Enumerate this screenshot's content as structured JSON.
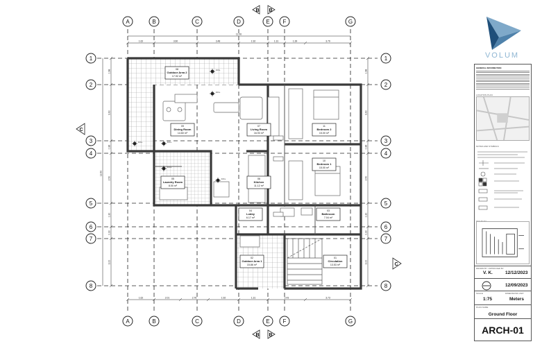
{
  "grid_columns": [
    "A",
    "B",
    "C",
    "D",
    "E",
    "F",
    "G"
  ],
  "grid_rows": [
    "1",
    "2",
    "3",
    "4",
    "5",
    "6",
    "7",
    "8"
  ],
  "section_marks": {
    "vertical": "B",
    "horizontal": "C"
  },
  "dimensions": {
    "top_overall": "11.00",
    "top_segments": [
      "1.62",
      "3.60",
      "3.48",
      "1.92",
      "1.31",
      "1.39",
      "3.79"
    ],
    "bottom_segments": [
      "1.62",
      "2.01",
      "2.76",
      "1.92",
      "1.31",
      "2.43",
      "3.73"
    ],
    "left_segments": [
      "1.98",
      "3.60",
      "0.36",
      "2.50",
      "1.30",
      "0.30",
      "3.00"
    ],
    "left_overall": "12.60",
    "right_segments": [
      "1.98",
      "3.60",
      "0.36",
      "2.50",
      "1.30",
      "0.30",
      "3.00"
    ]
  },
  "rooms": {
    "outdoor2": {
      "number": "08",
      "name": "Outdoor Area 2",
      "area": "17.92 m²"
    },
    "dining": {
      "number": "09",
      "name": "Dining Room",
      "area": "14.60 m²"
    },
    "living": {
      "number": "07",
      "name": "Living Room",
      "area": "16.93 m²"
    },
    "bed2": {
      "number": "11",
      "name": "Bedroom 2",
      "area": "15.00 m²"
    },
    "bed1": {
      "number": "10",
      "name": "Bedroom 1",
      "area": "15.00 m²"
    },
    "laundry": {
      "number": "05",
      "name": "Laundry Room",
      "area": "8.00 m²"
    },
    "kitchen": {
      "number": "06",
      "name": "Kitchen",
      "area": "11.12 m²"
    },
    "lobby": {
      "number": "04",
      "name": "Lobby",
      "area": "6.17 m²"
    },
    "bath": {
      "number": "03",
      "name": "Bathroom",
      "area": "7.04 m²"
    },
    "outdoor1": {
      "number": "02",
      "name": "Outdoor Area 1",
      "area": "15.86 m²"
    },
    "circ": {
      "number": "01",
      "name": "Circulation",
      "area": "13.53 m²"
    }
  },
  "levels": [
    "F.F.L",
    "F.F.L",
    "F.F.L",
    "F.F.L",
    "F.F.L",
    "F.F.L"
  ],
  "title_block": {
    "brand": "VOLUM",
    "general_notes_title": "GENERAL INFORMATION",
    "location_title": "LOCATION PLAN",
    "legend_title": "NOTES AND SYMBOLS",
    "key_title": "KEY PLAN",
    "drawn_by_label": "DRAWN BY / APPROVED BY",
    "drawn_by": "V. K.",
    "date1": "12/12/2023",
    "date2": "12/09/2023",
    "scale_label": "SCALE",
    "scale": "1:75",
    "units_label": "DIMENSIONS UNIT",
    "units": "Meters",
    "plan_label": "PLAN NAME",
    "plan_name": "Ground Floor",
    "sheet": "ARCH-01"
  },
  "colors": {
    "wall": "#3a3a3a",
    "grid_line": "#222222",
    "hatch": "#9a9a9a",
    "logo": "#7fa9c9",
    "logo_dark": "#1f4f7a"
  }
}
